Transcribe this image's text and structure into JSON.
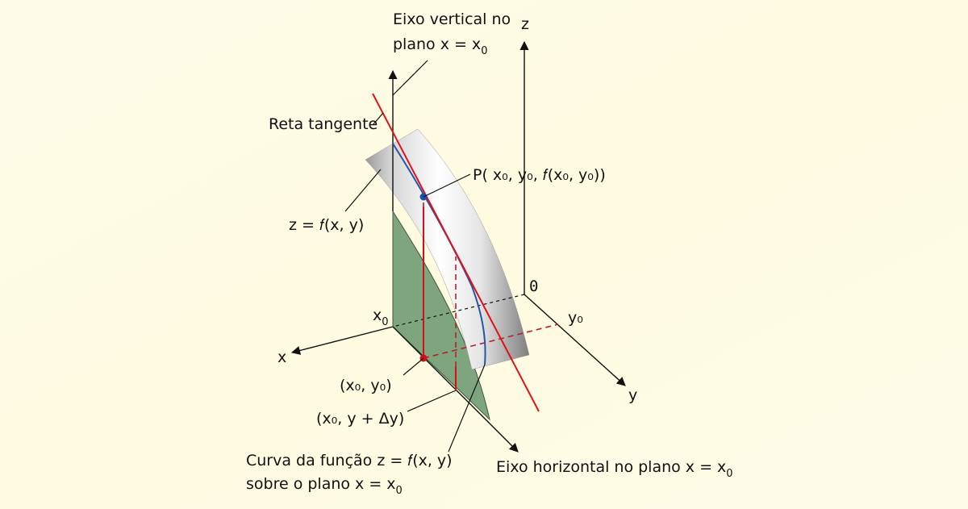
{
  "labels": {
    "vertical_axis_line1": "Eixo vertical no",
    "vertical_axis_line2": "plano x = x",
    "vertical_axis_sub": "0",
    "tangent_line": "Reta tangente",
    "point_P": "P( x₀, y₀, 𝑓(x₀, y₀))",
    "surface": "z = 𝑓(x, y)",
    "axis_x": "x",
    "axis_y": "y",
    "axis_z": "z",
    "origin": "0",
    "x0": "x",
    "x0_sub": "0",
    "y0": "y₀",
    "base_point": "(x₀, y₀)",
    "base_point_delta": "(x₀, y + Δy)",
    "curve_line1": "Curva da função z = 𝑓(x, y)",
    "curve_line2": "sobre o plano x = x",
    "curve_sub": "0",
    "horizontal_axis": "Eixo horizontal no plano x = x",
    "horizontal_axis_sub": "0"
  },
  "colors": {
    "background": "#fefce8",
    "surface_light": "#ffffff",
    "surface_dark": "#8a8a8a",
    "plane_green": "#7fa57f",
    "tangent_red": "#e0101a",
    "curve_blue": "#2557a8",
    "point_blue": "#1f4fa3",
    "point_red": "#d0101a",
    "dashed_red": "#b22030"
  }
}
